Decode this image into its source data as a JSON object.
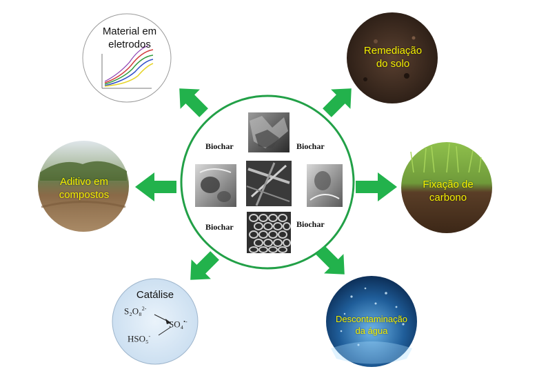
{
  "center": {
    "labels": [
      "Biochar",
      "Biochar",
      "Biochar",
      "Biochar"
    ]
  },
  "nodes": {
    "electrodes": {
      "label_line1": "Material em",
      "label_line2": "eletrodos"
    },
    "soil": {
      "label_line1": "Remediação",
      "label_line2": "do solo"
    },
    "compost": {
      "label_line1": "Aditivo em",
      "label_line2": "compostos"
    },
    "carbon": {
      "label_line1": "Fixação de",
      "label_line2": "carbono"
    },
    "catalysis": {
      "label": "Catálise",
      "s2o8": "S₂O₈",
      "so4": "SO₄",
      "hso5": "HSO₅"
    },
    "water": {
      "label_line1": "Descontaminação",
      "label_line2": "da água"
    }
  },
  "colors": {
    "arrow": "#22b24c",
    "ring": "#22a047",
    "label_yellow": "#f4f000"
  }
}
